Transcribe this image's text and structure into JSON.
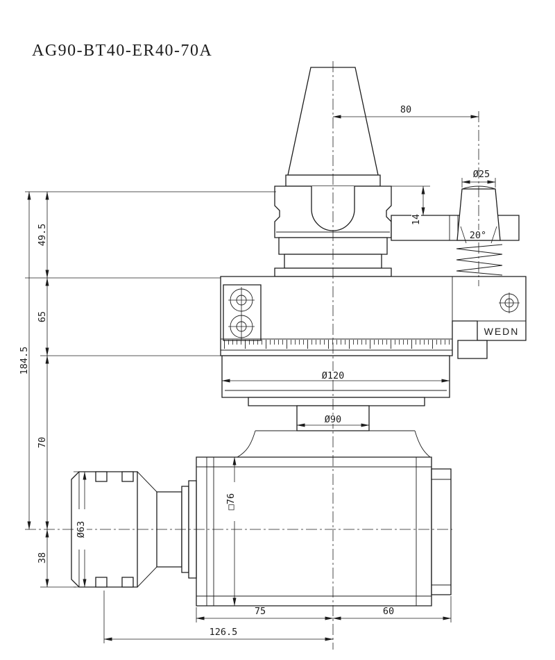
{
  "title": "AG90-BT40-ER40-70A",
  "brand_label": "WEDN",
  "dimensions": {
    "top_offset": "80",
    "pin_diameter": "Ø25",
    "pin_drop": "14",
    "pin_taper_angle": "20°",
    "gauge_to_body": "49.5",
    "body_height": "65",
    "overall_height": "184.5",
    "body_to_center": "70",
    "center_to_bottom": "38",
    "collet_nut_diameter": "Ø63",
    "flange_diameter": "Ø120",
    "neck_diameter": "Ø90",
    "housing_square": "□76",
    "center_to_left_face": "75",
    "center_to_right_face": "60",
    "nose_to_center": "126.5"
  },
  "colors": {
    "line": "#1c1c1c",
    "background": "#ffffff"
  }
}
